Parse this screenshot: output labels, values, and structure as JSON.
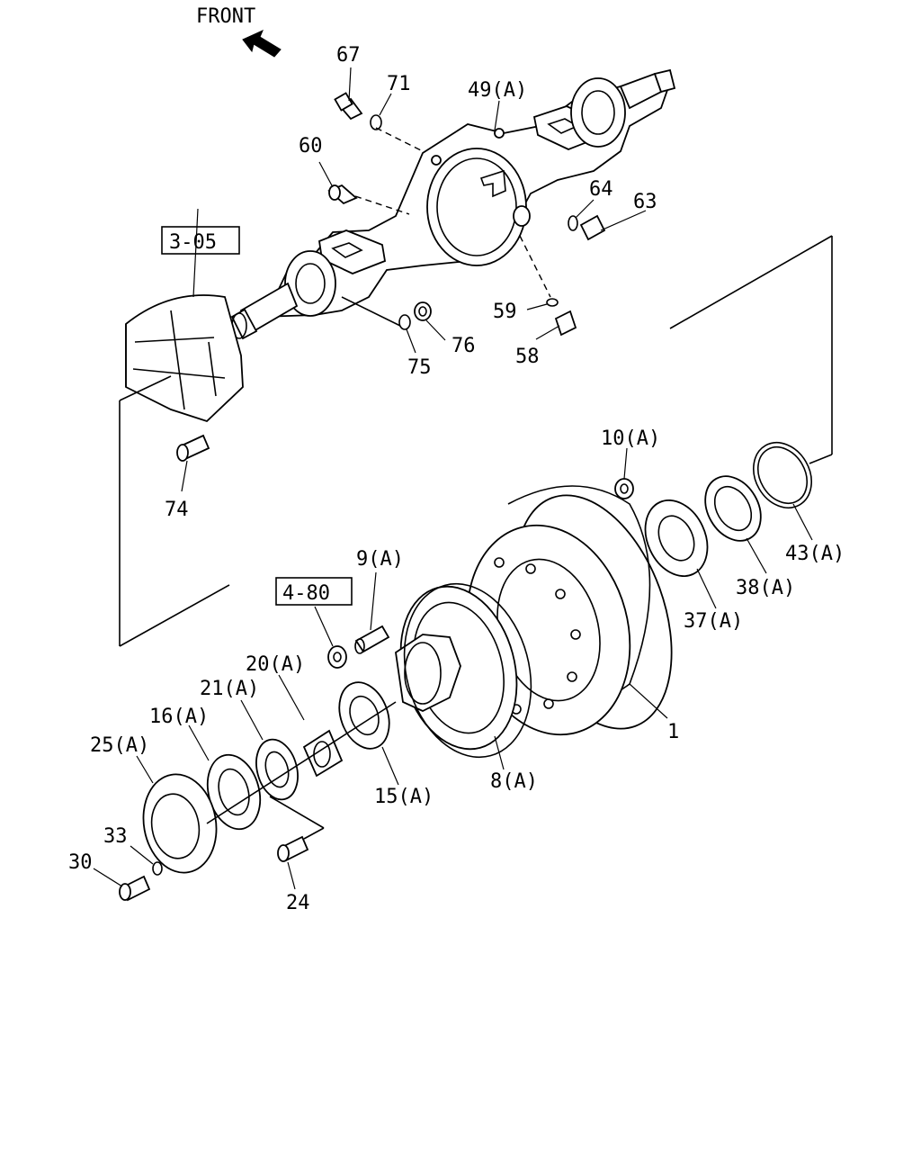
{
  "front_label": "FRONT",
  "icons": {
    "front_arrow": "front-arrow-icon"
  },
  "references": [
    {
      "id": "ref-3-05",
      "text": "3-05"
    },
    {
      "id": "ref-4-80",
      "text": "4-80"
    }
  ],
  "callouts": [
    "67",
    "71",
    "49(A)",
    "60",
    "64",
    "63",
    "59",
    "58",
    "76",
    "75",
    "74",
    "10(A)",
    "43(A)",
    "38(A)",
    "37(A)",
    "9(A)",
    "20(A)",
    "21(A)",
    "16(A)",
    "25(A)",
    "33",
    "30",
    "24",
    "15(A)",
    "8(A)",
    "1"
  ]
}
